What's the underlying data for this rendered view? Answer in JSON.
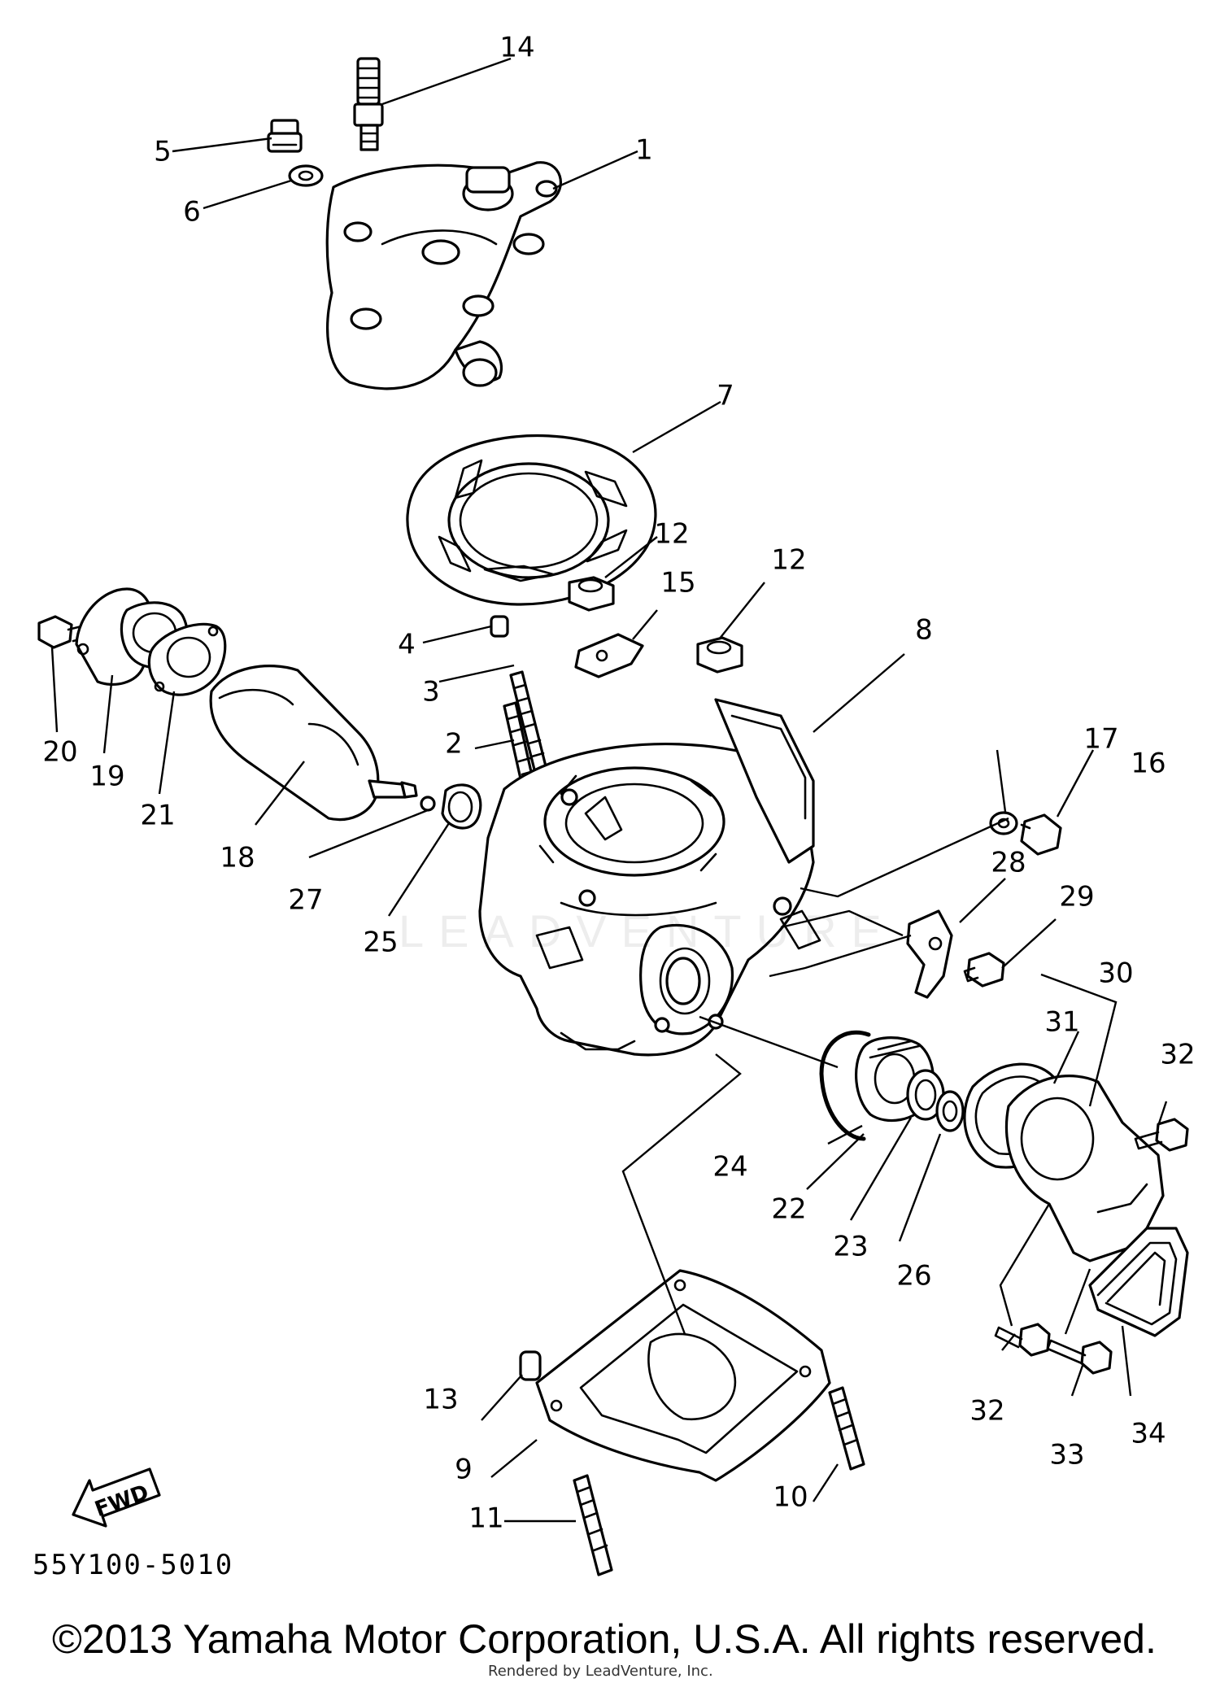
{
  "diagram": {
    "part_code": "55Y100-5010",
    "fwd_label": "FWD",
    "watermark": "LEADVENTURE",
    "copyright": "©2013 Yamaha Motor Corporation, U.S.A. All rights reserved.",
    "rendered_by": "Rendered by LeadVenture, Inc.",
    "callouts": [
      "1",
      "2",
      "3",
      "4",
      "5",
      "6",
      "7",
      "8",
      "9",
      "10",
      "11",
      "12",
      "12",
      "13",
      "14",
      "15",
      "16",
      "17",
      "18",
      "19",
      "20",
      "21",
      "22",
      "23",
      "24",
      "25",
      "26",
      "27",
      "28",
      "29",
      "30",
      "31",
      "32",
      "32",
      "33",
      "34"
    ]
  }
}
